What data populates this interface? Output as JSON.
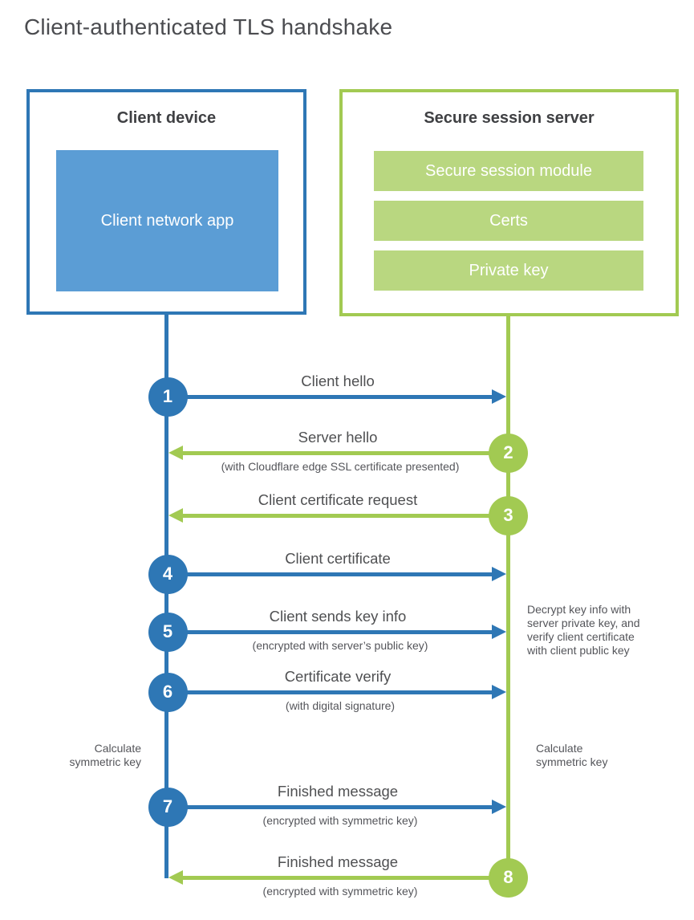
{
  "title": "Client-authenticated TLS handshake",
  "client_box": {
    "heading": "Client device",
    "app": "Client network app"
  },
  "server_box": {
    "heading": "Secure session server",
    "modules": [
      "Secure session module",
      "Certs",
      "Private key"
    ]
  },
  "steps": [
    {
      "num": "1",
      "from": "client",
      "label": "Client hello",
      "sub": ""
    },
    {
      "num": "2",
      "from": "server",
      "label": "Server hello",
      "sub": "(with Cloudflare edge SSL certificate presented)"
    },
    {
      "num": "3",
      "from": "server",
      "label": "Client certificate request",
      "sub": ""
    },
    {
      "num": "4",
      "from": "client",
      "label": "Client certificate",
      "sub": ""
    },
    {
      "num": "5",
      "from": "client",
      "label": "Client sends key info",
      "sub": "(encrypted with server’s public key)"
    },
    {
      "num": "6",
      "from": "client",
      "label": "Certificate verify",
      "sub": "(with digital signature)"
    },
    {
      "num": "7",
      "from": "client",
      "label": "Finished message",
      "sub": "(encrypted with symmetric key)"
    },
    {
      "num": "8",
      "from": "server",
      "label": "Finished message",
      "sub": "(encrypted with symmetric key)"
    }
  ],
  "notes": {
    "server_decrypt": "Decrypt key info with server private key, and verify client certificate with client public key",
    "client_calc": "Calculate symmetric key",
    "server_calc": "Calculate symmetric key"
  },
  "colors": {
    "client_blue": "#2e77b5",
    "client_fill": "#5b9dd5",
    "server_green": "#a2ca52",
    "server_fill": "#b9d780"
  }
}
